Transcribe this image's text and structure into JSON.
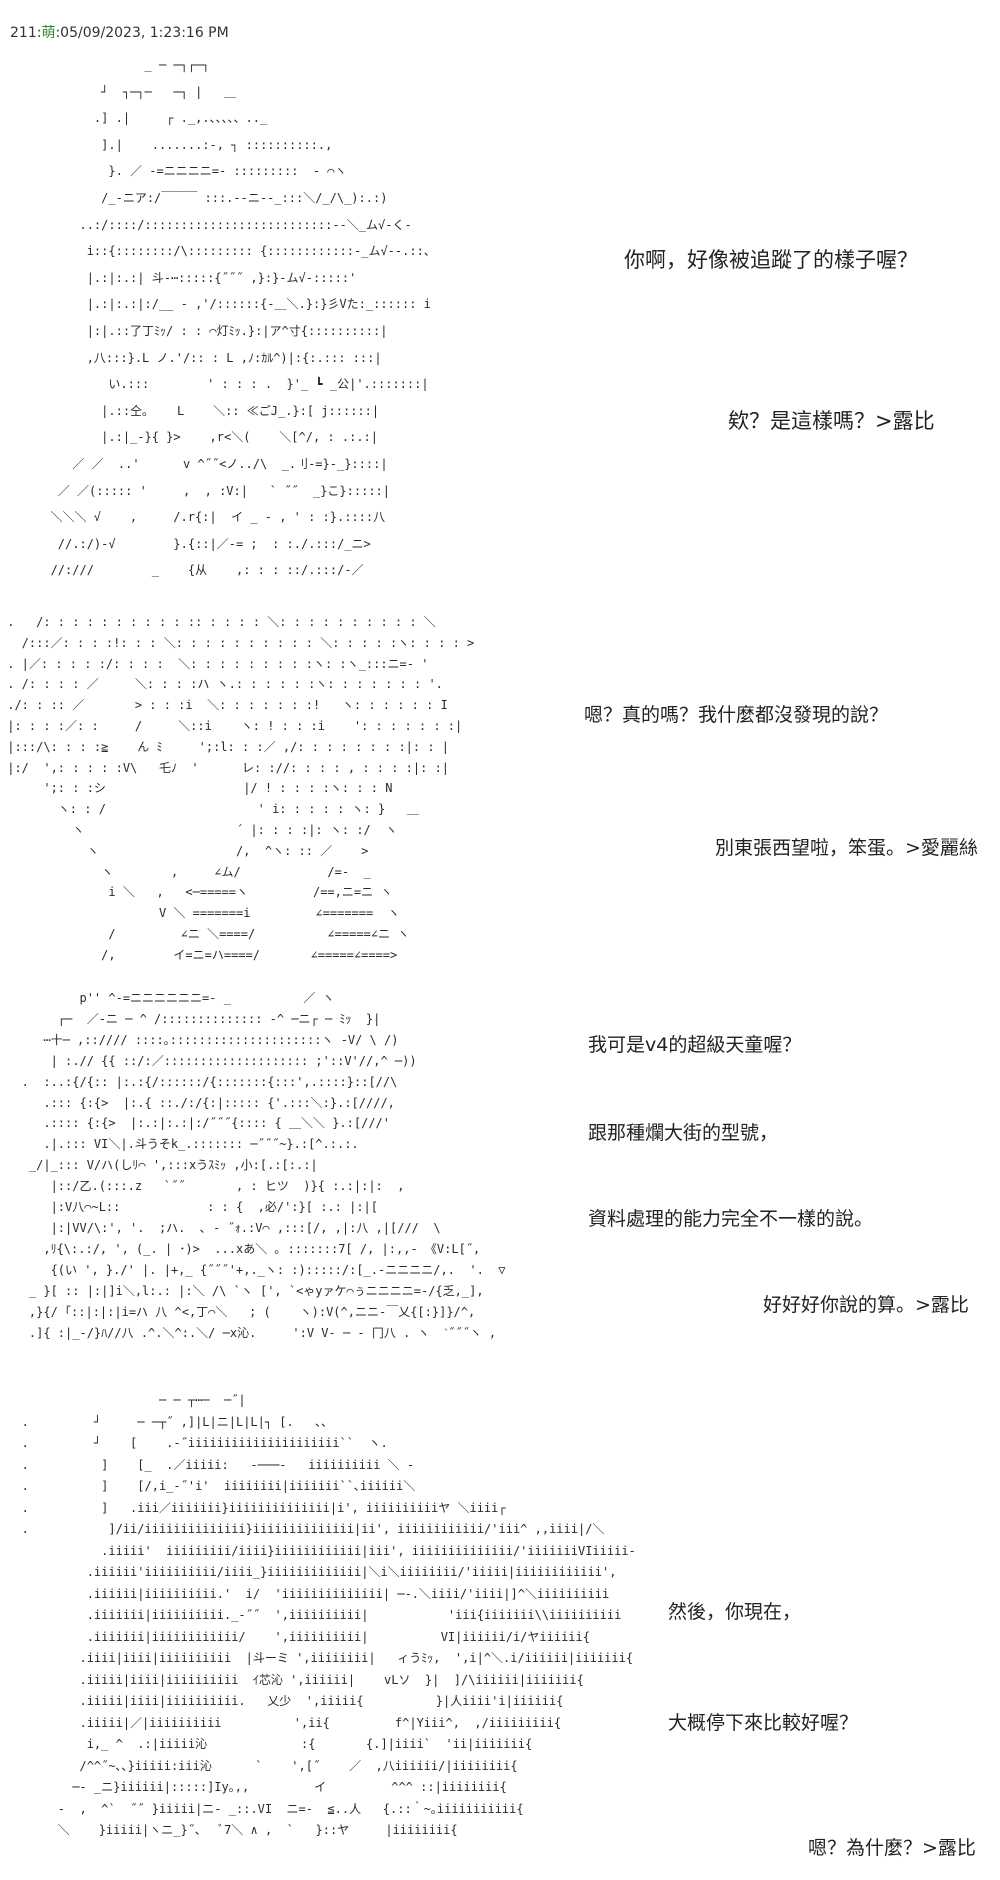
{
  "header": {
    "post_no": "211:",
    "name_mark": "萌",
    "timestamp": ":05/09/2023, 1:23:16 PM"
  },
  "panels": [
    {
      "lines": [
        "你啊，好像被追蹤了的樣子喔？",
        "欸？是這樣嗎？>露比"
      ],
      "art": "                    _ ─ ─┐┌─┐\n              ┘  ┐─┐─   ─┐ |   ＿\n             .] .|     ┌ ._,.、、、、、.._\n              ].|    .......:-, ┐ ::::::::::.,\n               }. ／ -=ニニニニ=- :::::::::  ‐ ⌒ヽ\n              /_-ニア:/￣￣￣ :::.--ニ--_:::＼/_/\\_):.:)\n           ..:/::::/::::::::::::::::::::::::::--＼_ム√‐く‐\n            i::{::::::::/\\::::::::: {::::::::::::-_ム√‐-.::、\n            |.:|:.:| 斗‐⋯:::::{˝˝˝ ,}:}‐ム√‐:::::'\n            |.:|:.:|:/__ - ,'/::::::{-＿＼.}:}彡Vた:_:::::: i\n            |:|.::了丁ﾐｯ/ : : ⌒灯ﾐｯ.}:|ア^寸{::::::::::|\n            ,八:::}.L ノ.'/:: : L ,ﾉ:ｶﾙ^)|:{:.::: :::|\n               い.:::        ' : : : .  }'_ ┗ _公|'.:::::::|\n              |.::仝｡    L    ＼:: ≪ごJ_.}:[ j::::::|\n              |.:|_-}{ }>    ,r<＼(    ＼[^/, : .:.:|\n          ／ ／  ..'      v ^˝˝<ノ../\\  _.刂-=}-_}::::|\n        ／ ／(::::: '     ,  , :V:|   ` ˝˝  _}こ}:::::|\n       ＼＼＼ √    ,     /.r{:|  イ _ - , ' : :}.::::八\n        //.:/)-√        }.{::|／-= ;  : :./.:::/_ニ>\n       //:///        _    {从    ,: : : ::/.:::/-／"
    },
    {
      "lines": [
        "嗯？真的嗎？我什麼都沒發現的說？",
        "別東張西望啦，笨蛋。>愛麗絲"
      ],
      "art": " .   /: : : : : : : : : : :: : : : : ＼: : : : : : : : : : ＼\n   /:::／: : : :!: : : ＼: : : : : : : : : : ＼: : : : :ヽ: : : : >\n . |／: : : : :/: : : :  ＼: : : : : : : : :ヽ: :ヽ_:::ニ=- '\n . /: : : : ／     ＼: : : :ハ ヽ.: : : : : :ヽ: : : : : : : '.\n ./: : :: ／       > : : :i  ＼: : : : : : :!   ヽ: : : : : : I\n |: : : :／: :     /     ＼::i    ヽ: ! : : :i    ': : : : : : :|\n |:::/\\: : : :≧    ん ﾐ     ';:l: : :／ ,/: : : : : : : :|: : |\n |:/  ',: : : : :V\\   乇ﾉ  '      レ: ://: : : : , : : : :|: :|\n      ';: : :シ                   |/ ! : : : :ヽ: : : N\n        ヽ: : /                     ' i: : : : : ヽ: }   ＿\n          ヽ                     ´ |: : : :|: ヽ: :/  ヽ\n            ヽ                   /,  ^ヽ: :: ／    >\n              ヽ        ,     ∠ム/            /=-  _\n               i ＼   ,   <─=====ヽ         /==,ニ=ニ ヽ\n                      V ＼ =======i         ∠=======  ヽ\n               /         ∠ニ ＼====/          ∠=====∠ニ ヽ\n              /,        イ=ニ=ハ====/       ∠=====∠====>"
    },
    {
      "lines": [
        "我可是v4的超級天童喔？",
        "跟那種爛大街的型號，",
        "資料處理的能力完全不一樣的說。",
        "好好好你說的算。>露比"
      ],
      "art": "           p'' ^-=ニニニニニニ=- _          ／ ヽ\n        ┌─  ／‐ニ ─ ^ /:::::::::::::: ‐^ ─ニ┌ ─ ﾐｯ  }|\n      ⋯十─ ,:://// ::::｡:::::::::::::::::::::ヽ -V/ \\ /)\n       | :.// {{ ::/:／:::::::::::::::::::: ;'::V'//,^ ─))\n   .  :..:{/{:: |:.:{/::::::/{:::::::{:::',.::::}::[//\\\n      .::: {:{>  |:.{ ::./:/{:|::::: {'.:::＼:}.:[////,\n      .:::: {:{>  |:.:|:.:|:/˝˝˝{:::: { ＿＼＼ }.:[///'\n      .|.::: VI＼|.斗うそk_.::::::: ─˝˝˝~}.:[^.:.:.\n    _/|_::: V/ハ(しﾘ⌒ ',:::xうｽﾐｯ ,小:[.:[:.:|\n       |::/乙.(:::.z   `˝˝       , : ヒツ  )}{ :.:|:|:  ,\n       |:V八⌒~L::            : : {  ,必/':}[ :.: |:|[\n       |:|VV/\\:', '.  ;ハ.  ､ - ˝ｫ.:V⌒ ,:::[/, ,|:八 ,|[///  \\\n      ,ﾘ{\\:.:/, ', (_. | ･)>  ...xあ＼ ｡ :::::::7[ /, |:,,- 《V:L[˝,\n       {(い ', }./' |. |+,_ {˝˝˝'+,._ヽ: :):::::/:[_.-ニニニニ/,.  '.  ▽\n    _ }[ :: |:|]i＼,l:.: |:＼ /\\ `ヽ [', `<ゃyァケ⌒ぅニニニニ=-/{乏,_],\n    ,}{/ ｢::|:|:|i=ハ 八 ^<,丁⌒＼   ; (    ヽ):V(^,ニニ-￣乂{[:}]}/^,\n    .]{ :|_-/}ﾊ//八 .^.＼^:.＼/ ─x沁.     ':V V‐ ─ ‐ 冂八 . ヽ  ˋ˝˝˝ヽ ,"
    },
    {
      "lines": [
        "然後，你現在，",
        "大概停下來比較好喔？",
        "嗯？為什麼？>露比"
      ],
      "art": "                      ─ ─ ┬⋯─  ─˝|\n   .         ┘     ─ ─┬˝ ,]|L|ニ|L|L|┐ [.   ､､\n   .         ┘    [    .-˝iiiiiiiiiiiiiiiiiiiii``  ヽ.\n   .          ]    [_  .／iiiii:   -───-   iiiiiiiiii ＼ -\n   .          ]    [/,i_-˝'i'  iiiiiiii|iiiiiii``､iiiiii＼\n   .          ]   .iii／iiiiiii}iiiiiiiiiiiiii|i', iiiiiiiiiiヤ ＼iiii┌\n   .           ]/ii/iiiiiiiiiiiiii}iiiiiiiiiiiiii|ii', iiiiiiiiiiii/'iii^ ,,iiii|/＼\n              .iiiii'  iiiiiiiii/iiii}iiiiiiiiiiii|iii', iiiiiiiiiiiiii/'iiiiiiiVIiiiii-\n            .iiiiii'iiiiiiiiii/iiii_}iiiiiiiiiiiii|＼i＼iiiiiiii/'iiiii|iiiiiiiiiiii',\n            .iiiiii|iiiiiiiiii.'  i/  'iiiiiiiiiiiiii| ─-.＼iiii/'iiii|]^＼iiiiiiiiii\n            .iiiiiii|iiiiiiiiii._-˝˝  ',iiiiiiiiii|           'iii{iiiiiii\\\\iiiiiiiiii\n            .iiiiiii|iiiiiiiiiiii/    ',iiiiiiiiii|          VI|iiiiii/i/ヤiiiiii{\n           .iiii|iiii|iiiiiiiiii  |斗ーミ ',iiiiiiii|   ィうﾐｯ,  ',i|^＼.i/iiiiii|iiiiiii{\n           .iiiii|iiii|iiiiiiiiii  ｲ芯沁 ',iiiiii|    vLソ  }|  ]/\\iiiiii|iiiiiii{\n           .iiiii|iiii|iiiiiiiiii.   乂少  ',iiiii{          }|人iiii'i|iiiiii{\n           .iiiii|／|iiiiiiiiii          ',ii{         f^|Yiii^,  ,/iiiiiiiii{\n            i,_ ^  .:|iiiii沁             :{       {.]|iiii`  'ii|iiiiiii{\n           /^^˝~､､}iiiii:iii沁      `    ',[˝    ／  ,八iiiiii/|iiiiiiii{\n          ─- _ニ}iiiiii|:::::]Iy｡,,         イ         ^^^ ::|iiiiiiii{\n        -  ,  ^`  ˝˝ }iiiii|ニ- _::.VI  ニ=-  ≦..人   {.::｀~｡iiiiiiiiiii{\n        ＼    }iiiii|ヽニ_}˝､   ﾞ7＼ ∧ ,  `   }::ヤ     |iiiiiiii{"
    }
  ]
}
